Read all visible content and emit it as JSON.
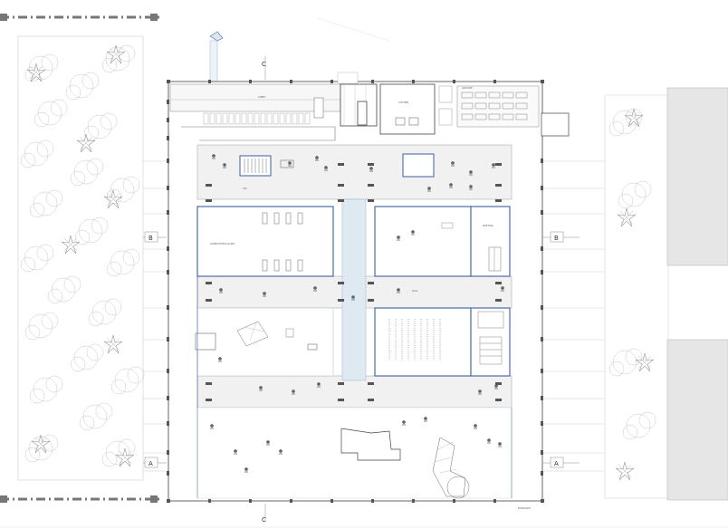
{
  "section_markers": {
    "a_left": "A",
    "a_right": "A",
    "b_left": "B",
    "b_right": "B",
    "c_top": "C",
    "c_bottom": "C"
  },
  "room_labels": {
    "lobby": "LOBBY",
    "kitchen": "KITCHEN",
    "ground_area": "GROUND",
    "workshop_left": "WORKSHOP/GALLERY",
    "meeting": "MEETING",
    "hall": "HALL",
    "entrance": "ENTRANCE",
    "corridor": "CIR."
  },
  "colors": {
    "wall": "#444444",
    "column": "#555555",
    "accent_blue": "#3a5f9f",
    "circulation_blue": "#dfe9f2",
    "corridor_gray": "#f0f0f0",
    "tree": "#bbbbbb",
    "neighbor_block": "#e6e6e6"
  }
}
